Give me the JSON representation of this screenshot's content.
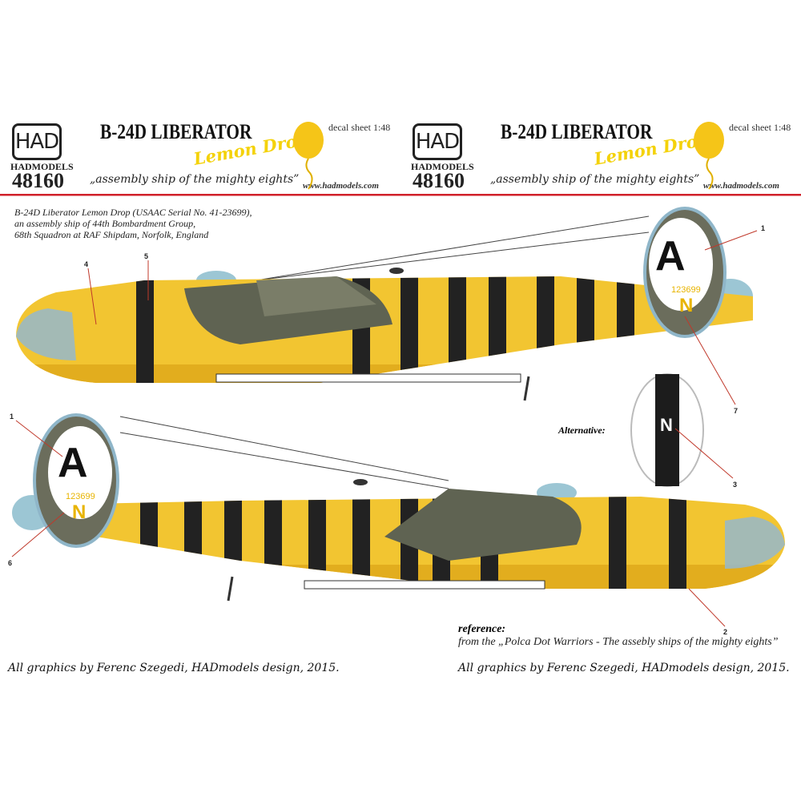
{
  "header": [
    {
      "logo": "HAD",
      "brand": "HADMODELS",
      "number": "48160",
      "title": "B-24D LIBERATOR",
      "name": "Lemon Drop",
      "scale": "decal sheet 1:48",
      "motto": "„assembly ship of the mighty eights”",
      "url": "www.hadmodels.com"
    },
    {
      "logo": "HAD",
      "brand": "HADMODELS",
      "number": "48160",
      "title": "B-24D LIBERATOR",
      "name": "Lemon Drop",
      "scale": "decal sheet 1:48",
      "motto": "„assembly ship of the mighty eights”",
      "url": "www.hadmodels.com"
    }
  ],
  "caption": [
    "B-24D Liberator Lemon Drop (USAAC Serial No. 41-23699),",
    "an assembly ship of 44th Bombardment Group,",
    "68th Squadron at RAF Shipdam, Norfolk, England"
  ],
  "aircraft": {
    "tail_letter": "A",
    "serial": "123699",
    "code_letter": "N"
  },
  "callouts": [
    "1",
    "4",
    "5",
    "7",
    "1",
    "6",
    "3",
    "2"
  ],
  "alternative_label": "Alternative:",
  "reference": {
    "heading": "reference:",
    "text": "from the „Polca Dot Warriors - The assebly ships of the mighty eights”"
  },
  "credits": "All graphics by Ferenc Szegedi, HADmodels design, 2015.",
  "colors": {
    "yellow": "#f2c531",
    "black": "#222",
    "olive": "#6b6d5c",
    "accent_red": "#d0202a"
  }
}
